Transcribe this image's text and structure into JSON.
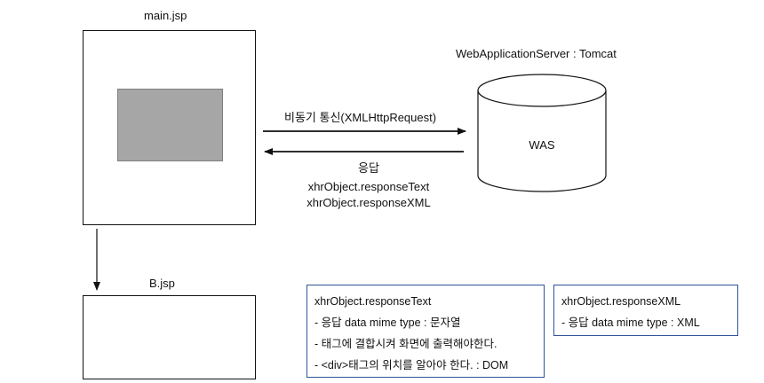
{
  "main_page": {
    "title": "main.jsp"
  },
  "b_page": {
    "title": "B.jsp"
  },
  "server": {
    "caption": "WebApplicationServer : Tomcat",
    "label": "WAS"
  },
  "request_arrow": {
    "label": "비동기 통신(XMLHttpRequest)"
  },
  "response_arrow": {
    "label": "응답",
    "line1": "xhrObject.responseText",
    "line2": "xhrObject.responseXML"
  },
  "note_text": {
    "title": "xhrObject.responseText",
    "items": [
      "- 응답 data mime type :  문자열",
      "- 태그에 결합시켜 화면에 출력해야한다.",
      "- <div>태그의 위치를 알아야 한다. : DOM"
    ]
  },
  "note_xml": {
    "title": "xhrObject.responseXML",
    "items": [
      "- 응답 data mime type :  XML"
    ]
  }
}
